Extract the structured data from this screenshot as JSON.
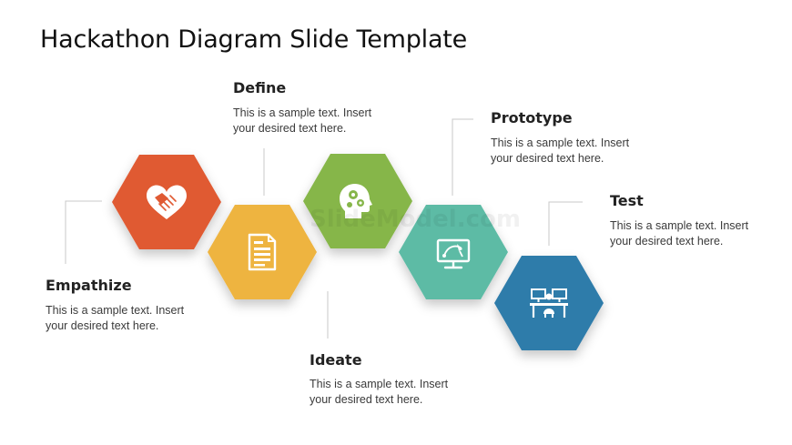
{
  "slide": {
    "title": "Hackathon Diagram Slide Template",
    "watermark": "SlideModel.com"
  },
  "steps": [
    {
      "key": "empathize",
      "label": "Empathize",
      "desc": [
        "This is a sample text. Insert",
        "your desired text here."
      ],
      "color": "#E05A33",
      "icon": "handshake-heart-icon"
    },
    {
      "key": "define",
      "label": "Define",
      "desc": [
        "This is a sample text. Insert",
        "your desired text here."
      ],
      "color": "#EEB440",
      "icon": "document-icon"
    },
    {
      "key": "ideate",
      "label": "Ideate",
      "desc": [
        "This is a sample text. Insert",
        "your desired text here."
      ],
      "color": "#86B64A",
      "icon": "head-gears-icon"
    },
    {
      "key": "prototype",
      "label": "Prototype",
      "desc": [
        "This is a sample text. Insert",
        "your desired text here."
      ],
      "color": "#5DBBA5",
      "icon": "monitor-design-icon"
    },
    {
      "key": "test",
      "label": "Test",
      "desc": [
        "This is a sample text. Insert",
        "your desired text here."
      ],
      "color": "#2E7BAA",
      "icon": "workstations-icon"
    }
  ]
}
